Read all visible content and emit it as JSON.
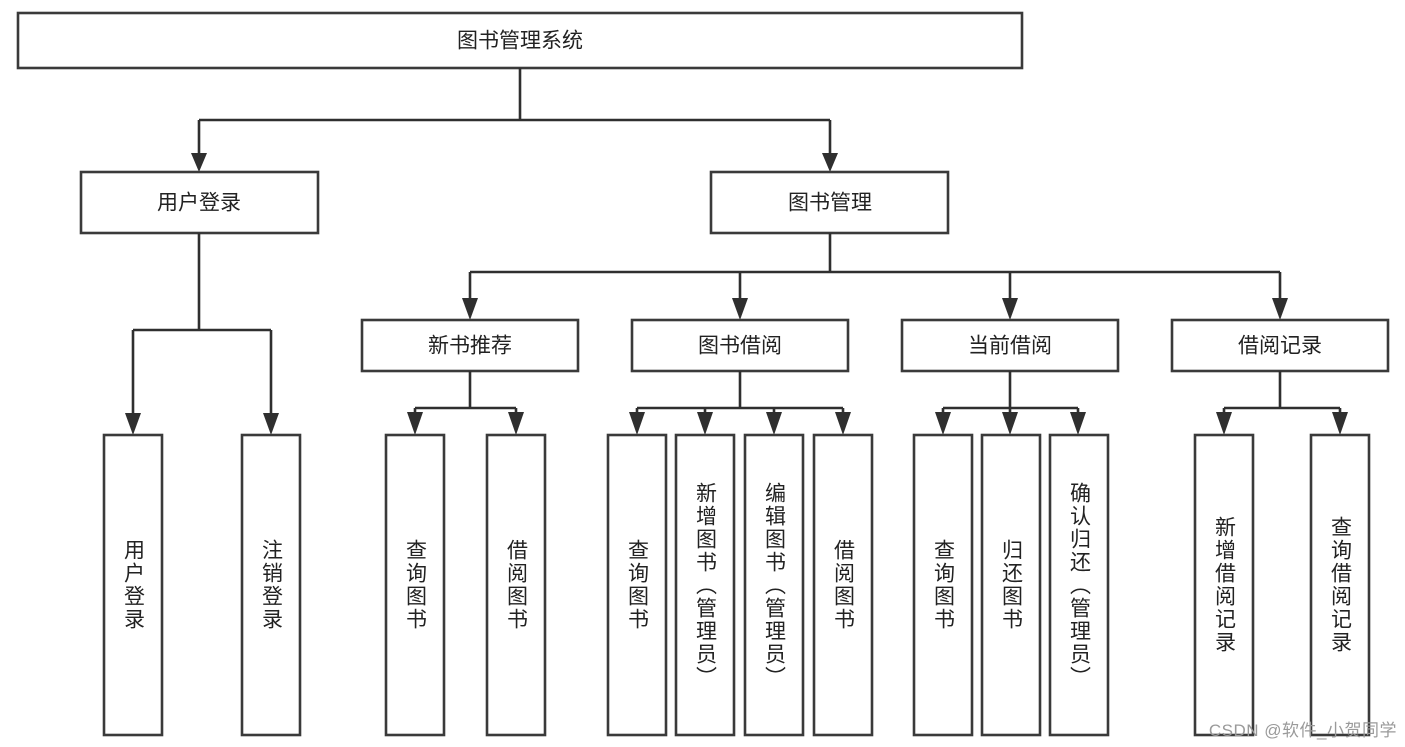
{
  "diagram": {
    "type": "tree-hierarchy",
    "title": "图书管理系统",
    "watermark": "CSDN @软件_小贺同学",
    "colors": {
      "box_stroke": "#3a3a3a",
      "box_fill": "#ffffff",
      "connector": "#2f2f2f",
      "text": "#222222",
      "watermark": "#9a9a9a",
      "background": "#ffffff"
    },
    "root": {
      "label": "图书管理系统"
    },
    "level2": [
      {
        "label": "用户登录"
      },
      {
        "label": "图书管理"
      }
    ],
    "level3": [
      {
        "label": "新书推荐"
      },
      {
        "label": "图书借阅"
      },
      {
        "label": "当前借阅"
      },
      {
        "label": "借阅记录"
      }
    ],
    "leaves": {
      "user_login": [
        {
          "label": "用户登录"
        },
        {
          "label": "注销登录"
        }
      ],
      "new_book_recommend": [
        {
          "label": "查询图书"
        },
        {
          "label": "借阅图书"
        }
      ],
      "book_borrow": [
        {
          "label": "查询图书"
        },
        {
          "label": "新增图书（管理员）"
        },
        {
          "label": "编辑图书（管理员）"
        },
        {
          "label": "借阅图书"
        }
      ],
      "current_borrow": [
        {
          "label": "查询图书"
        },
        {
          "label": "归还图书"
        },
        {
          "label": "确认归还（管理员）"
        }
      ],
      "borrow_record": [
        {
          "label": "新增借阅记录"
        },
        {
          "label": "查询借阅记录"
        }
      ]
    }
  }
}
